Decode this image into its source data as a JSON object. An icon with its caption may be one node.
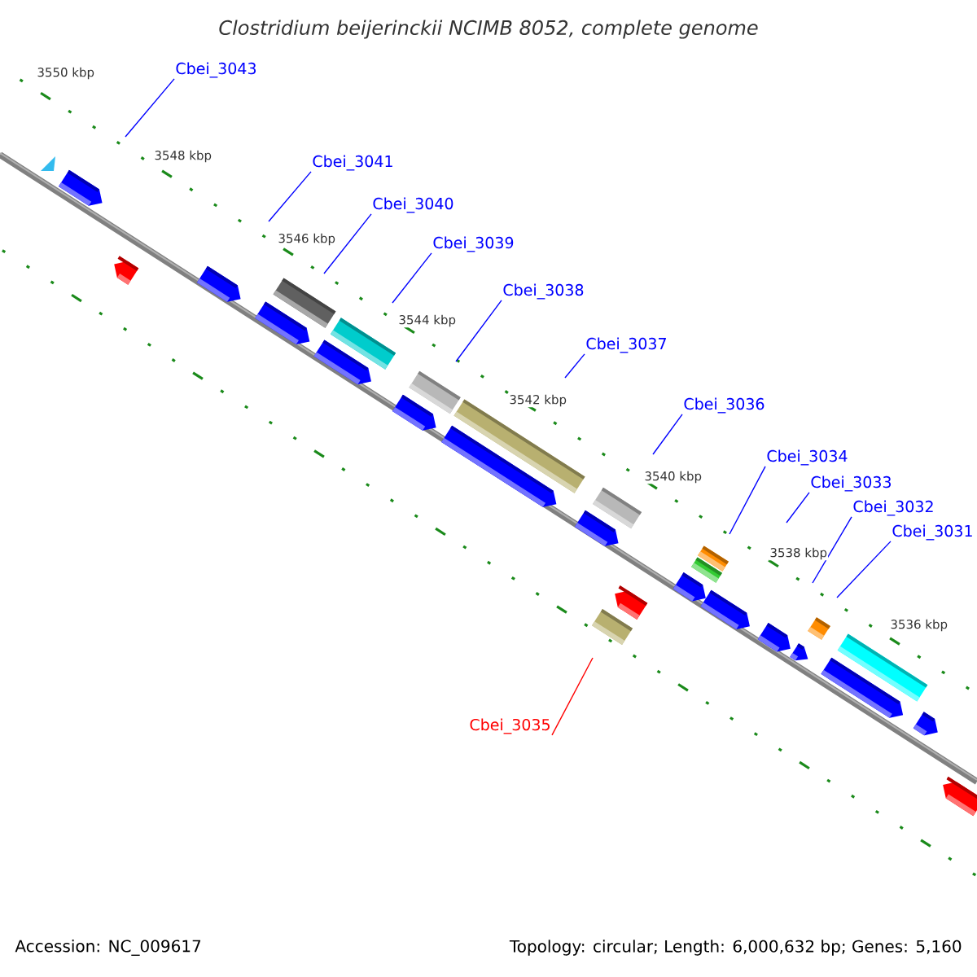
{
  "diagram": {
    "title": "Clostridium beijerinckii NCIMB 8052, complete genome",
    "nodes": [
      {
        "text": [
          "Cbei_3043"
        ]
      },
      {
        "text": [
          "Cbei_3041"
        ]
      },
      {
        "text": [
          "Cbei_3040"
        ]
      },
      {
        "text": [
          "Cbei_3039"
        ]
      },
      {
        "text": [
          "Cbei_3038"
        ]
      },
      {
        "text": [
          "Cbei_3037"
        ]
      },
      {
        "text": [
          "Cbei_3036"
        ]
      },
      {
        "text": [
          "Cbei_3034"
        ]
      },
      {
        "text": [
          "Cbei_3033"
        ]
      },
      {
        "text": [
          "Cbei_3032"
        ]
      },
      {
        "text": [
          "Cbei_3031"
        ]
      },
      {
        "text": [
          "Cbei_3035"
        ]
      }
    ],
    "edges": [
      {
        "from": 0,
        "to": null,
        "arrow": "none"
      },
      {
        "from": 1,
        "to": null,
        "arrow": "none"
      },
      {
        "from": 2,
        "to": null,
        "arrow": "none"
      },
      {
        "from": 3,
        "to": null,
        "arrow": "none"
      },
      {
        "from": 4,
        "to": null,
        "arrow": "none"
      },
      {
        "from": 5,
        "to": null,
        "arrow": "none"
      },
      {
        "from": 6,
        "to": null,
        "arrow": "none"
      },
      {
        "from": 7,
        "to": null,
        "arrow": "none"
      },
      {
        "from": 8,
        "to": null,
        "arrow": "none"
      },
      {
        "from": 9,
        "to": null,
        "arrow": "none"
      },
      {
        "from": 10,
        "to": null,
        "arrow": "none"
      },
      {
        "from": 11,
        "to": null,
        "arrow": "none",
        "color": "#ff0000"
      }
    ],
    "labels": [
      "3550 kbp",
      "3548 kbp",
      "3546 kbp",
      "3544 kbp",
      "3542 kbp",
      "3540 kbp",
      "3538 kbp",
      "3536 kbp",
      "Accession: NC_009617",
      "Topology: circular; Length: 6,000,632 bp; Genes: 5,160"
    ]
  }
}
